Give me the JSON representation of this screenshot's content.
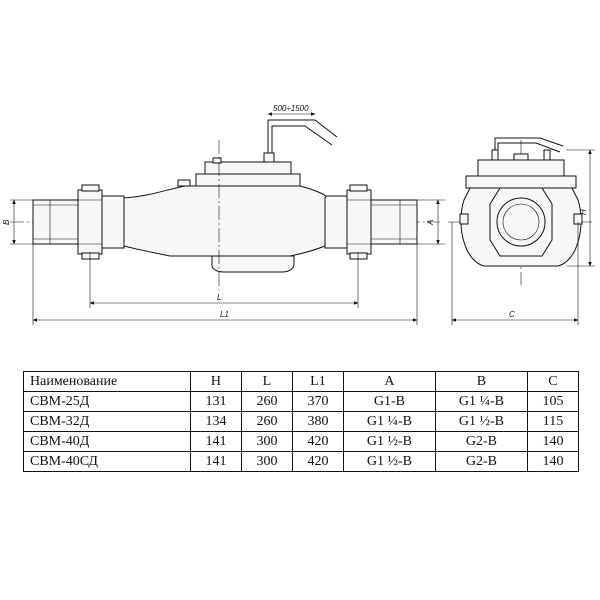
{
  "drawing": {
    "cable_length": "500÷1500",
    "dims_side": {
      "B": "B",
      "A": "A",
      "L": "L",
      "L1": "L1"
    },
    "dims_end": {
      "H": "H",
      "C": "C"
    }
  },
  "table": {
    "headers": [
      "Наименование",
      "H",
      "L",
      "L1",
      "A",
      "B",
      "C"
    ],
    "rows": [
      [
        "СВМ-25Д",
        "131",
        "260",
        "370",
        "G1-B",
        "G1 ¼-B",
        "105"
      ],
      [
        "СВМ-32Д",
        "134",
        "260",
        "380",
        "G1 ¼-B",
        "G1 ½-B",
        "115"
      ],
      [
        "СВМ-40Д",
        "141",
        "300",
        "420",
        "G1 ½-B",
        "G2-B",
        "140"
      ],
      [
        "СВМ-40СД",
        "141",
        "300",
        "420",
        "G1 ½-B",
        "G2-B",
        "140"
      ]
    ]
  }
}
